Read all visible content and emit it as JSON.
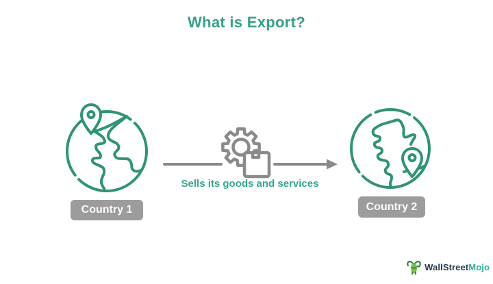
{
  "title": "What is Export?",
  "diagram": {
    "caption": "Sells its goods and services",
    "left_country": {
      "label": "Country 1"
    },
    "right_country": {
      "label": "Country 2"
    }
  },
  "branding": {
    "logo_primary": "WallStreet",
    "logo_accent": "Mojo"
  },
  "icons": {
    "left": "globe-with-location-pin-icon",
    "right": "globe-with-location-pin-icon",
    "middle_gear": "gear-icon",
    "middle_package": "package-box-icon",
    "middle_arrow": "arrow-right-icon",
    "logo": "wallstreetmojo-bull-icon"
  },
  "colors": {
    "title_teal": "#35a089",
    "caption_teal": "#35a78c",
    "globe_green": "#2e9474",
    "icon_gray": "#8a8a8a",
    "badge_gray": "#9c9c9c",
    "badge_text": "#ffffff",
    "logo_navy": "#243a52",
    "logo_teal": "#2fb0a0",
    "logo_green_light": "#7ac143",
    "logo_green_dark": "#2d7d46",
    "background": "#ffffff"
  }
}
